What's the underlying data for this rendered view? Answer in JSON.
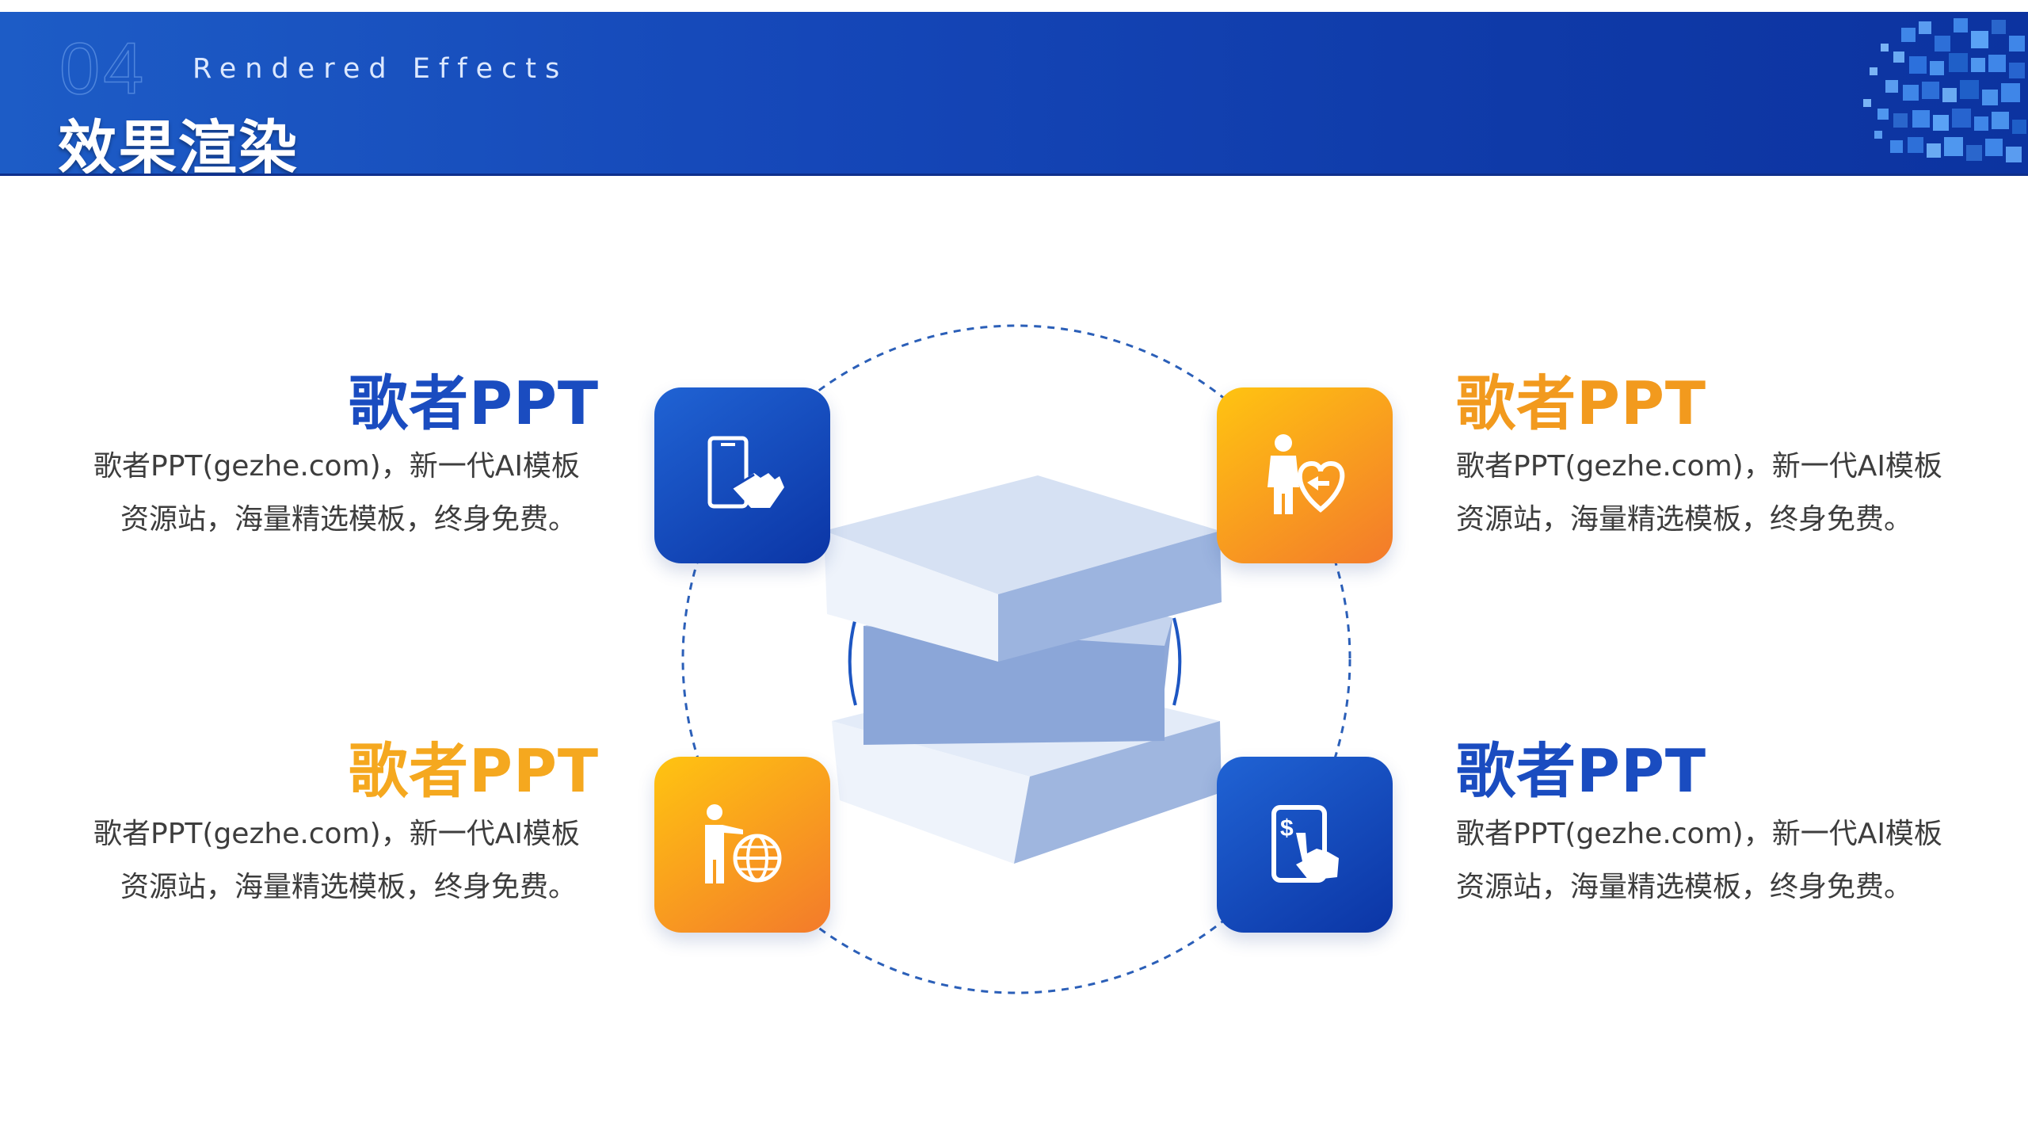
{
  "header": {
    "section_number": "04",
    "subtitle_en": "Rendered  Effects",
    "title": "效果渲染"
  },
  "items": [
    {
      "heading": "歌者PPT",
      "color": "#1a4cc0",
      "line1": "歌者PPT(gezhe.com)，新一代AI模板",
      "line2": "资源站，海量精选模板，终身免费。",
      "icon": "phone-touch-icon",
      "tile_color": "blue"
    },
    {
      "heading": "歌者PPT",
      "color": "#f29a1e",
      "line1": "歌者PPT(gezhe.com)，新一代AI模板",
      "line2": "资源站，海量精选模板，终身免费。",
      "icon": "person-heart-icon",
      "tile_color": "orange"
    },
    {
      "heading": "歌者PPT",
      "color": "#f5a81f",
      "line1": "歌者PPT(gezhe.com)，新一代AI模板",
      "line2": "资源站，海量精选模板，终身免费。",
      "icon": "person-globe-icon",
      "tile_color": "orange"
    },
    {
      "heading": "歌者PPT",
      "color": "#1a4cc0",
      "line1": "歌者PPT(gezhe.com)，新一代AI模板",
      "line2": "资源站，海量精选模板，终身免费。",
      "icon": "tablet-payment-icon",
      "tile_color": "blue"
    }
  ],
  "colors": {
    "primary_blue": "#1547b8",
    "accent_orange": "#f5a81f",
    "ring": "#2b5fb8"
  }
}
